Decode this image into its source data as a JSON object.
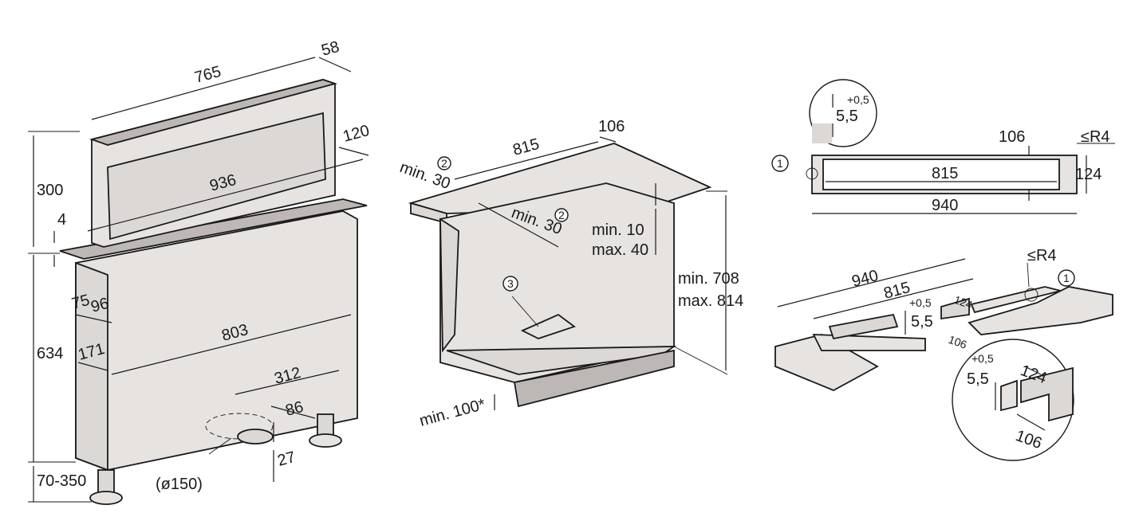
{
  "figure1": {
    "dims": {
      "width_top": "765",
      "depth_top": "58",
      "panel_width": "936",
      "panel_depth": "120",
      "height_up": "300",
      "glass": "4",
      "body_height": "634",
      "legs": "70-350",
      "d75": "75",
      "d96": "96",
      "body_width": "803",
      "d171": "171",
      "d312": "312",
      "d86": "86",
      "d27": "27",
      "duct": "(ø150)"
    }
  },
  "figure2": {
    "dims": {
      "d815": "815",
      "d106": "106",
      "min30a": "min. 30",
      "min30b": "min. 30",
      "min10": "min. 10",
      "max40": "max. 40",
      "min708": "min. 708",
      "max814": "max. 814",
      "min100": "min. 100*"
    },
    "markers": [
      "2",
      "2",
      "3"
    ]
  },
  "figure3": {
    "dims": {
      "tol": "+0,5",
      "d55": "5,5",
      "d106": "106",
      "radius": "≤R4",
      "d815": "815",
      "d124": "124",
      "d940": "940"
    },
    "markers": [
      "1"
    ]
  },
  "figure4": {
    "dims": {
      "d940": "940",
      "d815": "815",
      "tol": "+0,5",
      "d55": "5,5",
      "d124": "124",
      "d106": "106",
      "radius": "≤R4",
      "detail_tol": "+0,5",
      "detail_55": "5,5",
      "detail_124": "124",
      "detail_106": "106"
    },
    "markers": [
      "1"
    ]
  }
}
